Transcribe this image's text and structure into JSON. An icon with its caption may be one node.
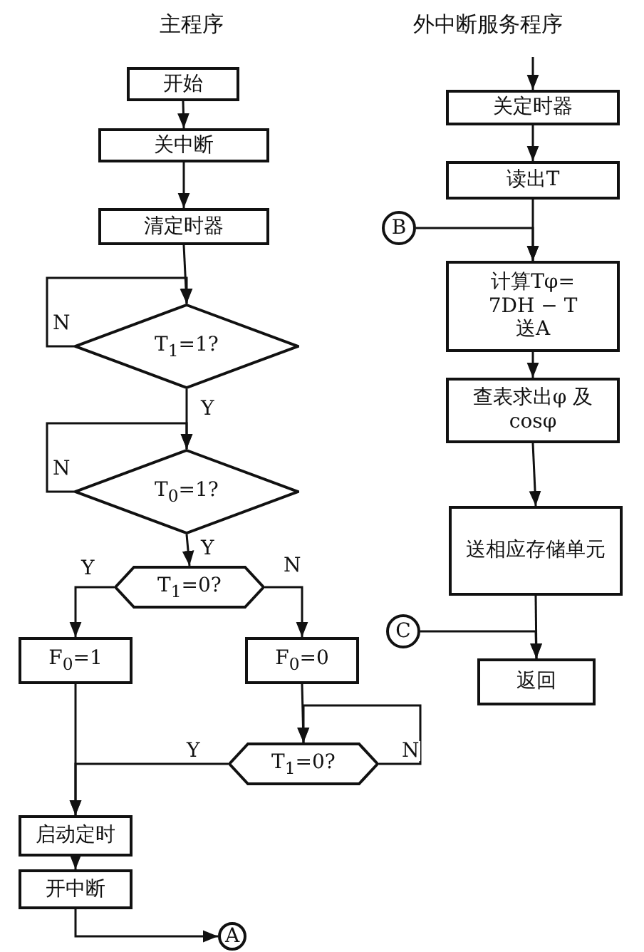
{
  "diagram": {
    "nodes": [
      {
        "text": [
          "开始"
        ]
      },
      {
        "text": [
          "关中断"
        ]
      },
      {
        "text": [
          "清定时器"
        ]
      },
      {
        "text": [
          "T$_{1}$=1?"
        ]
      },
      {
        "text": [
          "T$_{0}$=1?"
        ]
      },
      {
        "text": [
          "T$_{1}$=0?"
        ]
      },
      {
        "text": [
          "F$_{0}$=1"
        ]
      },
      {
        "text": [
          "F$_{0}$=0"
        ]
      },
      {
        "text": [
          "T$_{1}$=0?"
        ]
      },
      {
        "text": [
          "启动定时"
        ]
      },
      {
        "text": [
          "开中断"
        ]
      },
      {
        "text": [
          "A"
        ]
      },
      {
        "text": [
          "关定时器"
        ]
      },
      {
        "text": [
          "读出T"
        ]
      },
      {
        "text": [
          "B"
        ]
      },
      {
        "text": [
          "计算Tφ= 7DH − T 送A"
        ]
      },
      {
        "text": [
          "查表求出φ 及 cosφ"
        ]
      },
      {
        "text": [
          "送相应存储单元"
        ]
      },
      {
        "text": [
          "C"
        ]
      },
      {
        "text": [
          "返回"
        ]
      }
    ],
    "edges": [
      {
        "from": 0,
        "to": 1,
        "arrow": "to"
      },
      {
        "from": 1,
        "to": 2,
        "arrow": "to"
      },
      {
        "from": 2,
        "to": 3,
        "arrow": "to"
      },
      {
        "from": 3,
        "to": 3,
        "arrow": "to",
        "label": "N"
      },
      {
        "from": 3,
        "to": 4,
        "arrow": "to",
        "label": "Y"
      },
      {
        "from": 4,
        "to": 4,
        "arrow": "to",
        "label": "N"
      },
      {
        "from": 4,
        "to": 5,
        "arrow": "to",
        "label": "Y"
      },
      {
        "from": 5,
        "to": 6,
        "arrow": "to",
        "label": "Y"
      },
      {
        "from": 5,
        "to": 7,
        "arrow": "to",
        "label": "N"
      },
      {
        "from": 7,
        "to": 8,
        "arrow": "to"
      },
      {
        "from": 8,
        "to": 8,
        "arrow": "to",
        "label": "N"
      },
      {
        "from": 6,
        "to": 9,
        "arrow": "to"
      },
      {
        "from": 8,
        "to": 9,
        "arrow": "to",
        "label": "Y"
      },
      {
        "from": 9,
        "to": 10,
        "arrow": "to"
      },
      {
        "from": 10,
        "to": 11,
        "arrow": "to"
      },
      {
        "from": null,
        "to": 12,
        "arrow": "to"
      },
      {
        "from": 12,
        "to": 13,
        "arrow": "to"
      },
      {
        "from": 13,
        "to": 15,
        "arrow": "to"
      },
      {
        "from": 14,
        "to": 15,
        "arrow": "to"
      },
      {
        "from": 15,
        "to": 16,
        "arrow": "to"
      },
      {
        "from": 16,
        "to": 17,
        "arrow": "to"
      },
      {
        "from": 17,
        "to": 19,
        "arrow": "to"
      },
      {
        "from": 18,
        "to": 19,
        "arrow": "to"
      }
    ],
    "labels": [
      "主程序",
      "外中断服务程序"
    ]
  }
}
